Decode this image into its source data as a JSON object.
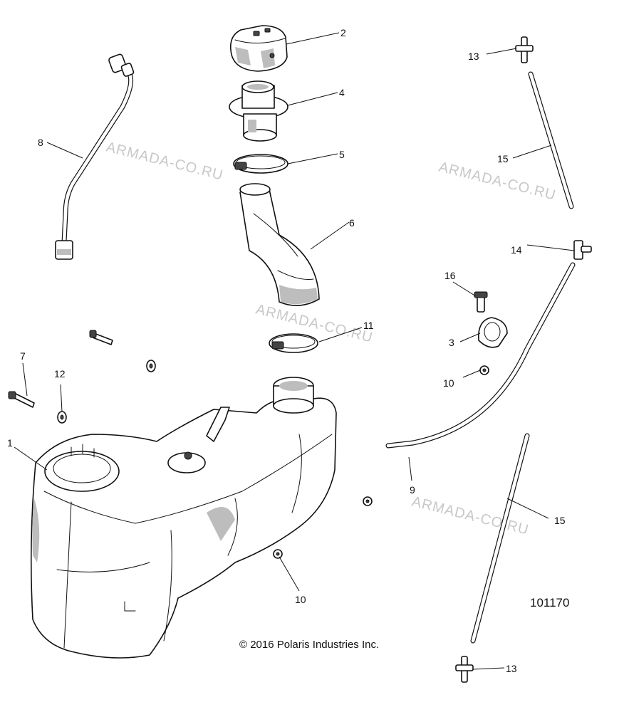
{
  "diagram": {
    "figure_number": "101170",
    "copyright": "© 2016 Polaris Industries Inc.",
    "watermark": "ARMADA-CO.RU",
    "callouts": {
      "c1": "1",
      "c2": "2",
      "c3": "3",
      "c4": "4",
      "c5": "5",
      "c6": "6",
      "c7": "7",
      "c8": "8",
      "c9": "9",
      "c10a": "10",
      "c10b": "10",
      "c11": "11",
      "c12": "12",
      "c13a": "13",
      "c13b": "13",
      "c14": "14",
      "c15a": "15",
      "c15b": "15",
      "c16": "16"
    }
  }
}
